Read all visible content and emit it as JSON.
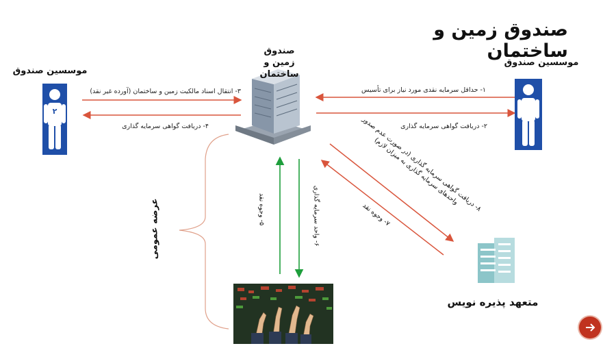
{
  "title": "صندوق زمین و ساختمان",
  "fund": {
    "label": "صندوق زمین و ساختمان"
  },
  "founders_left": {
    "label": "موسسین صندوق",
    "figure_number": "۲"
  },
  "founders_right": {
    "label": "موسسین صندوق"
  },
  "underwriter": {
    "label": "متعهد پذیره نویس"
  },
  "public_offering": {
    "label": "عرضه عمومی"
  },
  "flows": {
    "step1": "۱- حداقل سرمایه نقدی مورد نیاز برای تأسیس",
    "step2": "۲- دریافت گواهی سرمایه گذاری",
    "step3": "۳- انتقال اسناد مالکیت زمین و ساختمان (آورده غیر نقد)",
    "step4": "۴- دریافت گواهی سرمایه گذاری",
    "step5": "۵- وجوه نقد",
    "step6": "۶- واحد سرمایه گذاری",
    "step7": "۷- وجوه نقد",
    "step8": "۸- دریافت گواهی سرمایه گذاری (در صورت عدم صدور واحدهای سرمایه گذاری به میزان لازم)"
  },
  "colors": {
    "arrow_red": "#d9553c",
    "arrow_green": "#1e9e3c",
    "person_blue": "#1f4fa8",
    "nav_red": "#c0331f"
  },
  "icons": {
    "founders": "person-icon",
    "fund": "office-building-icon",
    "underwriter": "building-icon",
    "public": "trading-floor-image",
    "nav": "arrow-icon"
  }
}
